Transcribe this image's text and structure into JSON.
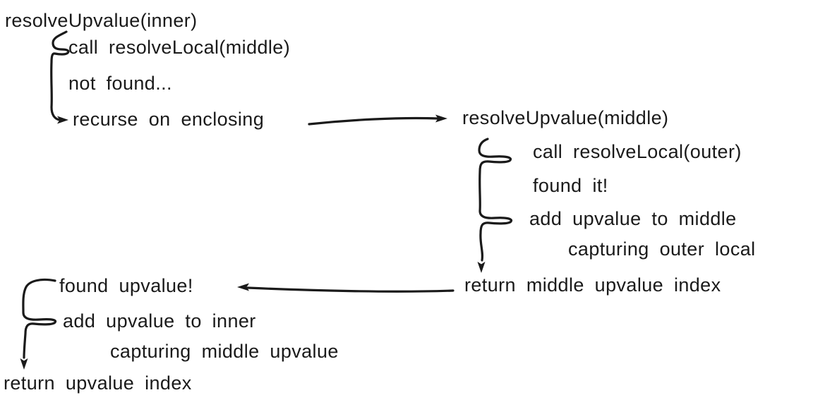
{
  "canvas": {
    "background_color": "#ffffff",
    "ink_color": "#1a1a1a"
  },
  "trace": {
    "inner_call": "resolveUpvalue(inner)",
    "inner_step_call": "call resolveLocal(middle)",
    "inner_step_not_found": "not found...",
    "inner_step_recurse": "recurse on enclosing",
    "middle_call": "resolveUpvalue(middle)",
    "middle_step_call": "call resolveLocal(outer)",
    "middle_step_found": "found it!",
    "middle_step_add": "add upvalue to middle",
    "middle_step_add_cont": "capturing outer local",
    "middle_return": "return middle upvalue index",
    "inner_step_found": "found upvalue!",
    "inner_step_add": "add upvalue to inner",
    "inner_step_add_cont": "capturing middle upvalue",
    "inner_return": "return upvalue index"
  }
}
